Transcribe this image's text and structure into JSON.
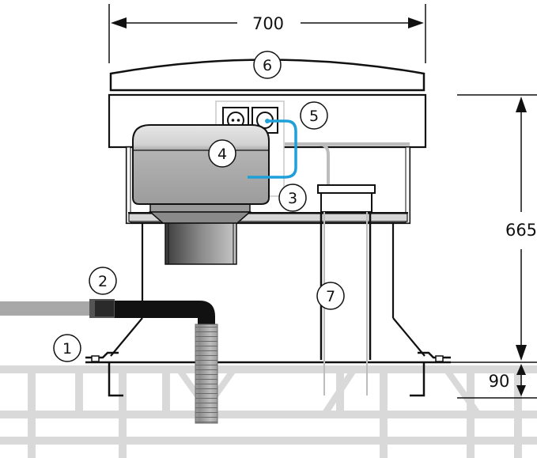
{
  "dimensions": {
    "width": "700",
    "height": "665",
    "base_height": "90"
  },
  "callouts": [
    "1",
    "2",
    "3",
    "4",
    "5",
    "6",
    "7"
  ],
  "colors": {
    "outline": "#111111",
    "frame": "#d9d9d9",
    "motor_light": "#d8d8d8",
    "motor_dark": "#9a9a9a",
    "pipe_dark": "#111111",
    "pipe_grey": "#a8a8a8",
    "cable_blue": "#1ea0d8",
    "tube_grey": "#bdbdbd"
  }
}
